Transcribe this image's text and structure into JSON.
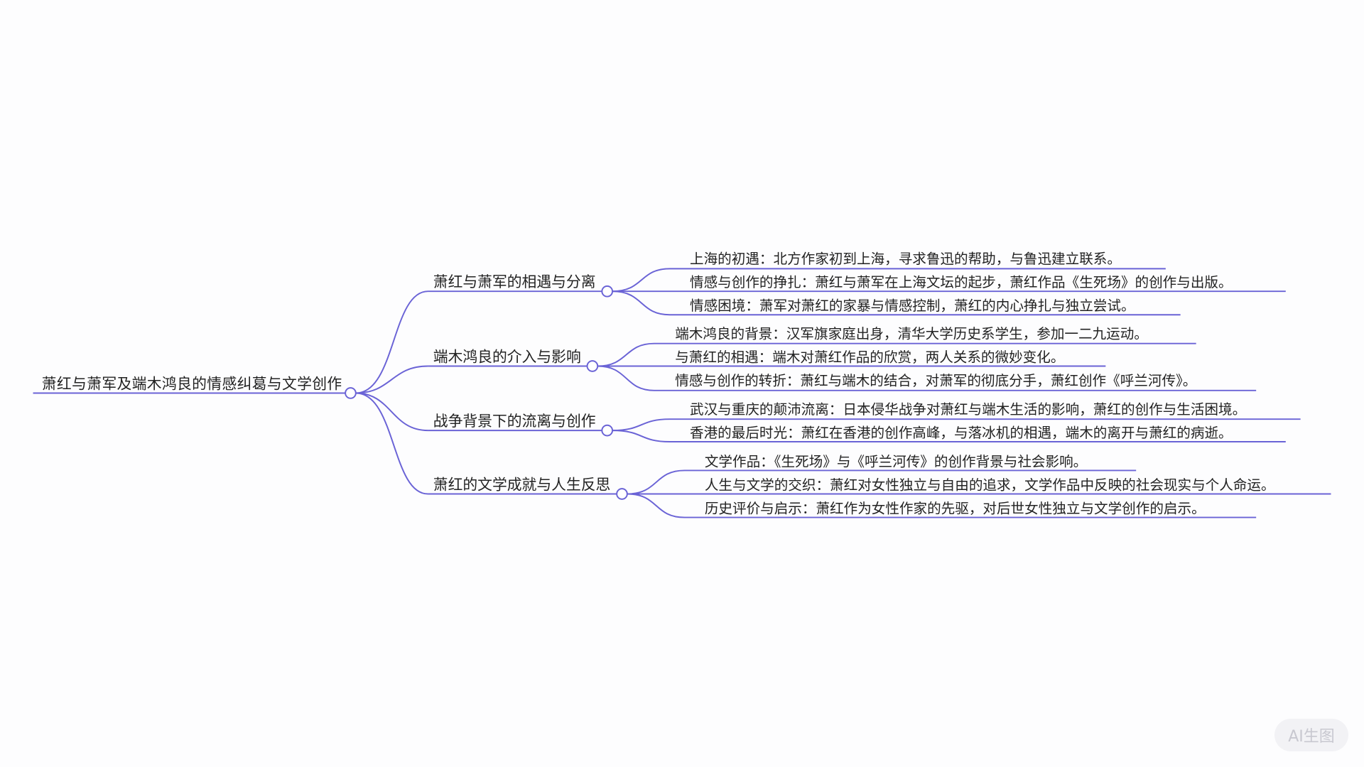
{
  "mindmap": {
    "root": "萧红与萧军及端木鸿良的情感纠葛与文学创作",
    "branches": [
      {
        "label": "萧红与萧军的相遇与分离",
        "children": [
          "上海的初遇：北方作家初到上海，寻求鲁迅的帮助，与鲁迅建立联系。",
          "情感与创作的挣扎：萧红与萧军在上海文坛的起步，萧红作品《生死场》的创作与出版。",
          "情感困境：萧军对萧红的家暴与情感控制，萧红的内心挣扎与独立尝试。"
        ]
      },
      {
        "label": "端木鸿良的介入与影响",
        "children": [
          "端木鸿良的背景：汉军旗家庭出身，清华大学历史系学生，参加一二九运动。",
          "与萧红的相遇：端木对萧红作品的欣赏，两人关系的微妙变化。",
          "情感与创作的转折：萧红与端木的结合，对萧军的彻底分手，萧红创作《呼兰河传》。"
        ]
      },
      {
        "label": "战争背景下的流离与创作",
        "children": [
          "武汉与重庆的颠沛流离：日本侵华战争对萧红与端木生活的影响，萧红的创作与生活困境。",
          "香港的最后时光：萧红在香港的创作高峰，与落冰机的相遇，端木的离开与萧红的病逝。"
        ]
      },
      {
        "label": "萧红的文学成就与人生反思",
        "children": [
          "文学作品：《生死场》与《呼兰河传》的创作背景与社会影响。",
          "人生与文学的交织：萧红对女性独立与自由的追求，文学作品中反映的社会现实与个人命运。",
          "历史评价与启示：萧红作为女性作家的先驱，对后世女性独立与文学创作的启示。"
        ]
      }
    ]
  },
  "badge": "AI生图",
  "colors": {
    "edge": "#6a63d6",
    "text": "#222222",
    "background": "#fdfdfe"
  }
}
